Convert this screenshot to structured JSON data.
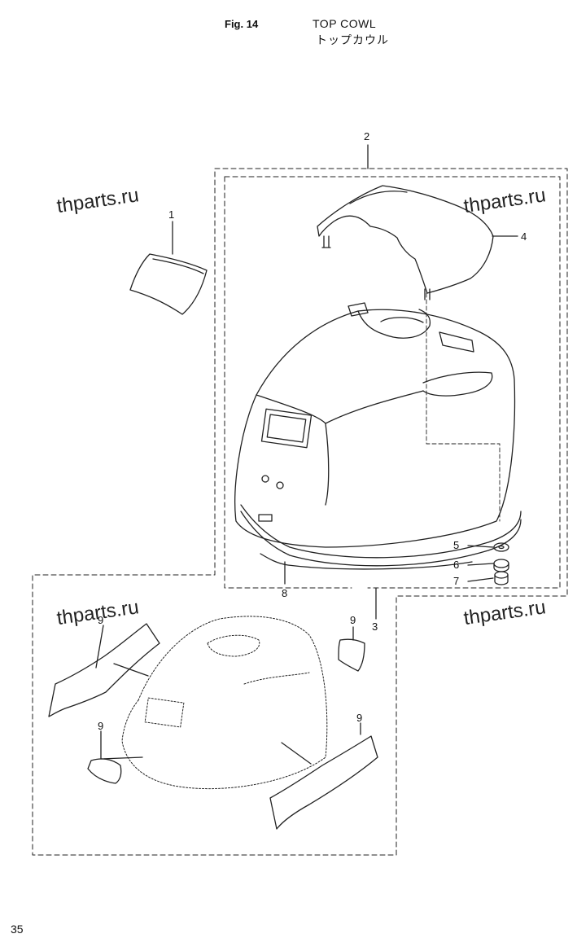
{
  "header": {
    "figure_label": "Fig. 14",
    "title": "TOP COWL",
    "title_jp": "トップカウル"
  },
  "page_number": "35",
  "watermarks": [
    "thparts.ru",
    "thparts.ru",
    "thparts.ru",
    "thparts.ru"
  ],
  "callouts": {
    "c1": "1",
    "c2": "2",
    "c3": "3",
    "c4": "4",
    "c5": "5",
    "c6": "6",
    "c7": "7",
    "c8": "8",
    "c9a": "9",
    "c9b": "9",
    "c9c": "9",
    "c9d": "9"
  }
}
